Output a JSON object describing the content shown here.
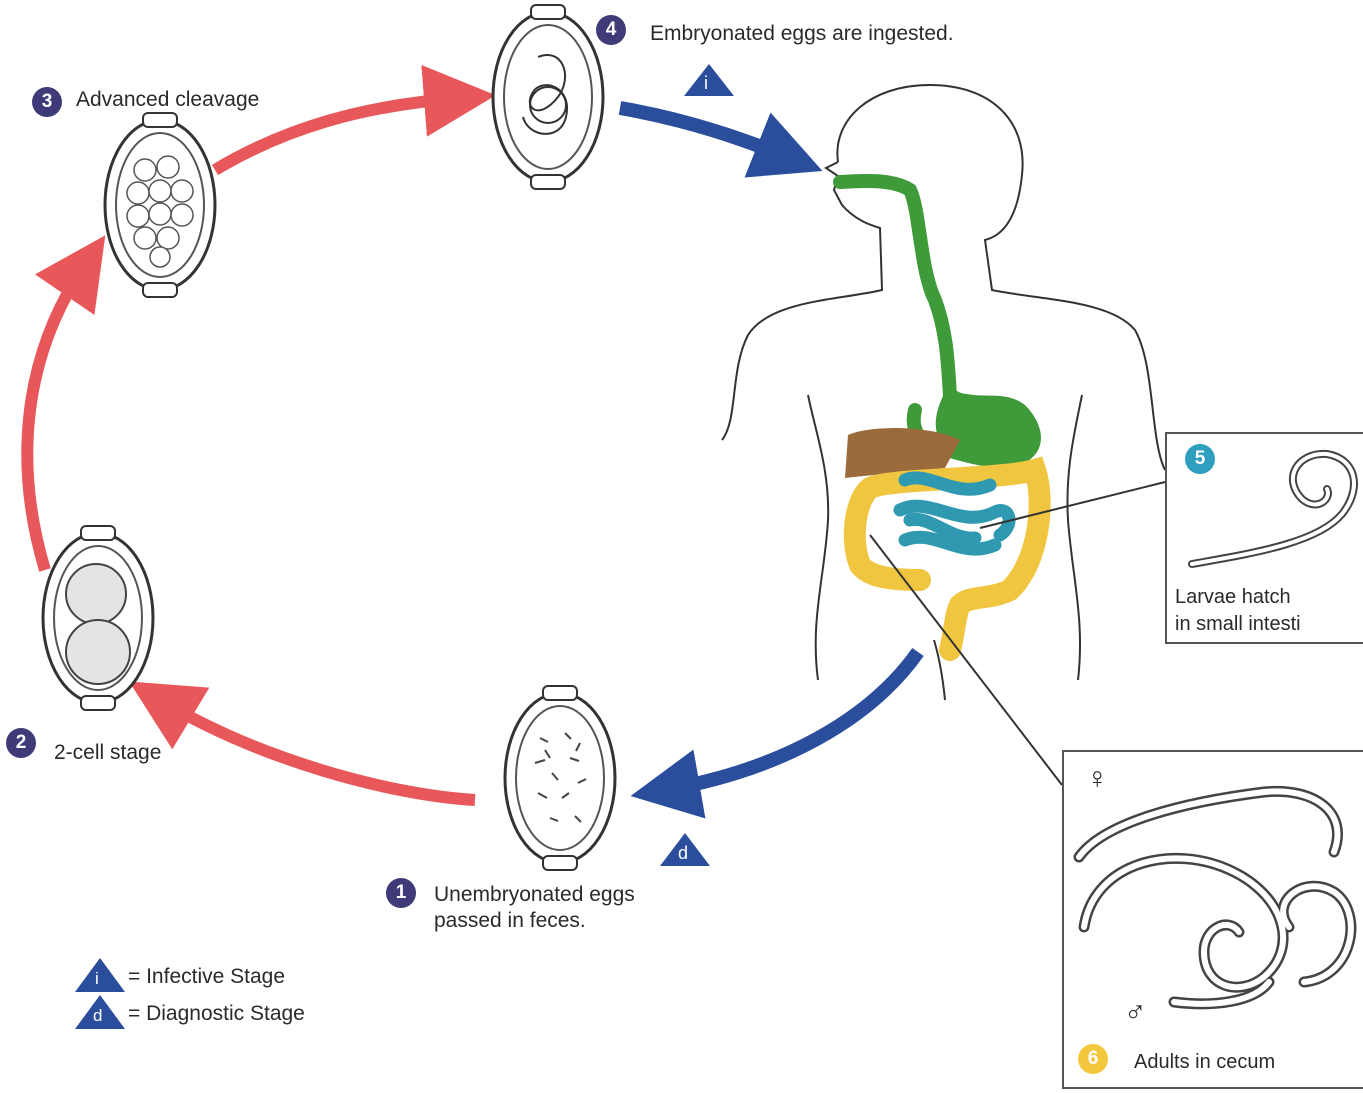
{
  "colors": {
    "red_arrow": "#e8585a",
    "blue_arrow": "#2a4e9c",
    "stage_badge": "#3f3a78",
    "larvae_badge": "#2f9fc0",
    "adults_badge": "#f3c83c",
    "esophagus": "#3f9a3a",
    "liver": "#9b6b3c",
    "small_intestine": "#2e99b0",
    "large_intestine": "#f0c640",
    "triangle": "#2a4e9c"
  },
  "stages": [
    {
      "number": "1",
      "label_line1": "Unembryonated eggs",
      "label_line2": "passed in feces."
    },
    {
      "number": "2",
      "label": "2-cell stage"
    },
    {
      "number": "3",
      "label": "Advanced cleavage"
    },
    {
      "number": "4",
      "label": "Embryonated eggs are ingested."
    },
    {
      "number": "5",
      "label_line1": "Larvae hatch",
      "label_line2": "in small intesti"
    },
    {
      "number": "6",
      "label": "Adults in cecum"
    }
  ],
  "markers": {
    "infective": "i",
    "diagnostic": "d"
  },
  "legend": {
    "infective_text": "= Infective Stage",
    "diagnostic_text": "= Diagnostic Stage"
  },
  "symbols": {
    "female": "♀",
    "male": "♂"
  }
}
